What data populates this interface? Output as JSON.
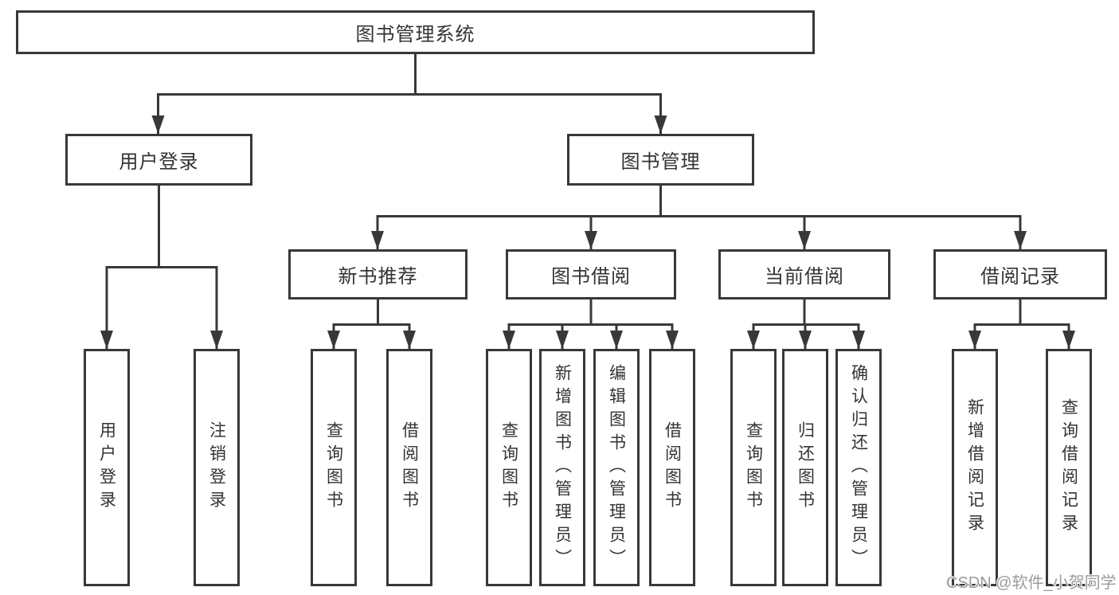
{
  "diagram": {
    "root": {
      "label": "图书管理系统"
    },
    "level2": [
      {
        "label": "用户登录",
        "leaves": [
          "用户登录",
          "注销登录"
        ]
      },
      {
        "label": "图书管理",
        "children": [
          {
            "label": "新书推荐",
            "leaves": [
              "查询图书",
              "借阅图书"
            ]
          },
          {
            "label": "图书借阅",
            "leaves": [
              "查询图书",
              "新增图书（管理员）",
              "编辑图书（管理员）",
              "借阅图书"
            ]
          },
          {
            "label": "当前借阅",
            "leaves": [
              "查询图书",
              "归还图书",
              "确认归还（管理员）"
            ]
          },
          {
            "label": "借阅记录",
            "leaves": [
              "新增借阅记录",
              "查询借阅记录"
            ]
          }
        ]
      }
    ]
  },
  "watermark": "CSDN @软件_小贺同学",
  "colors": {
    "line": "#383838",
    "text": "#333333",
    "watermark": "#9b9b9b",
    "background": "#ffffff"
  }
}
